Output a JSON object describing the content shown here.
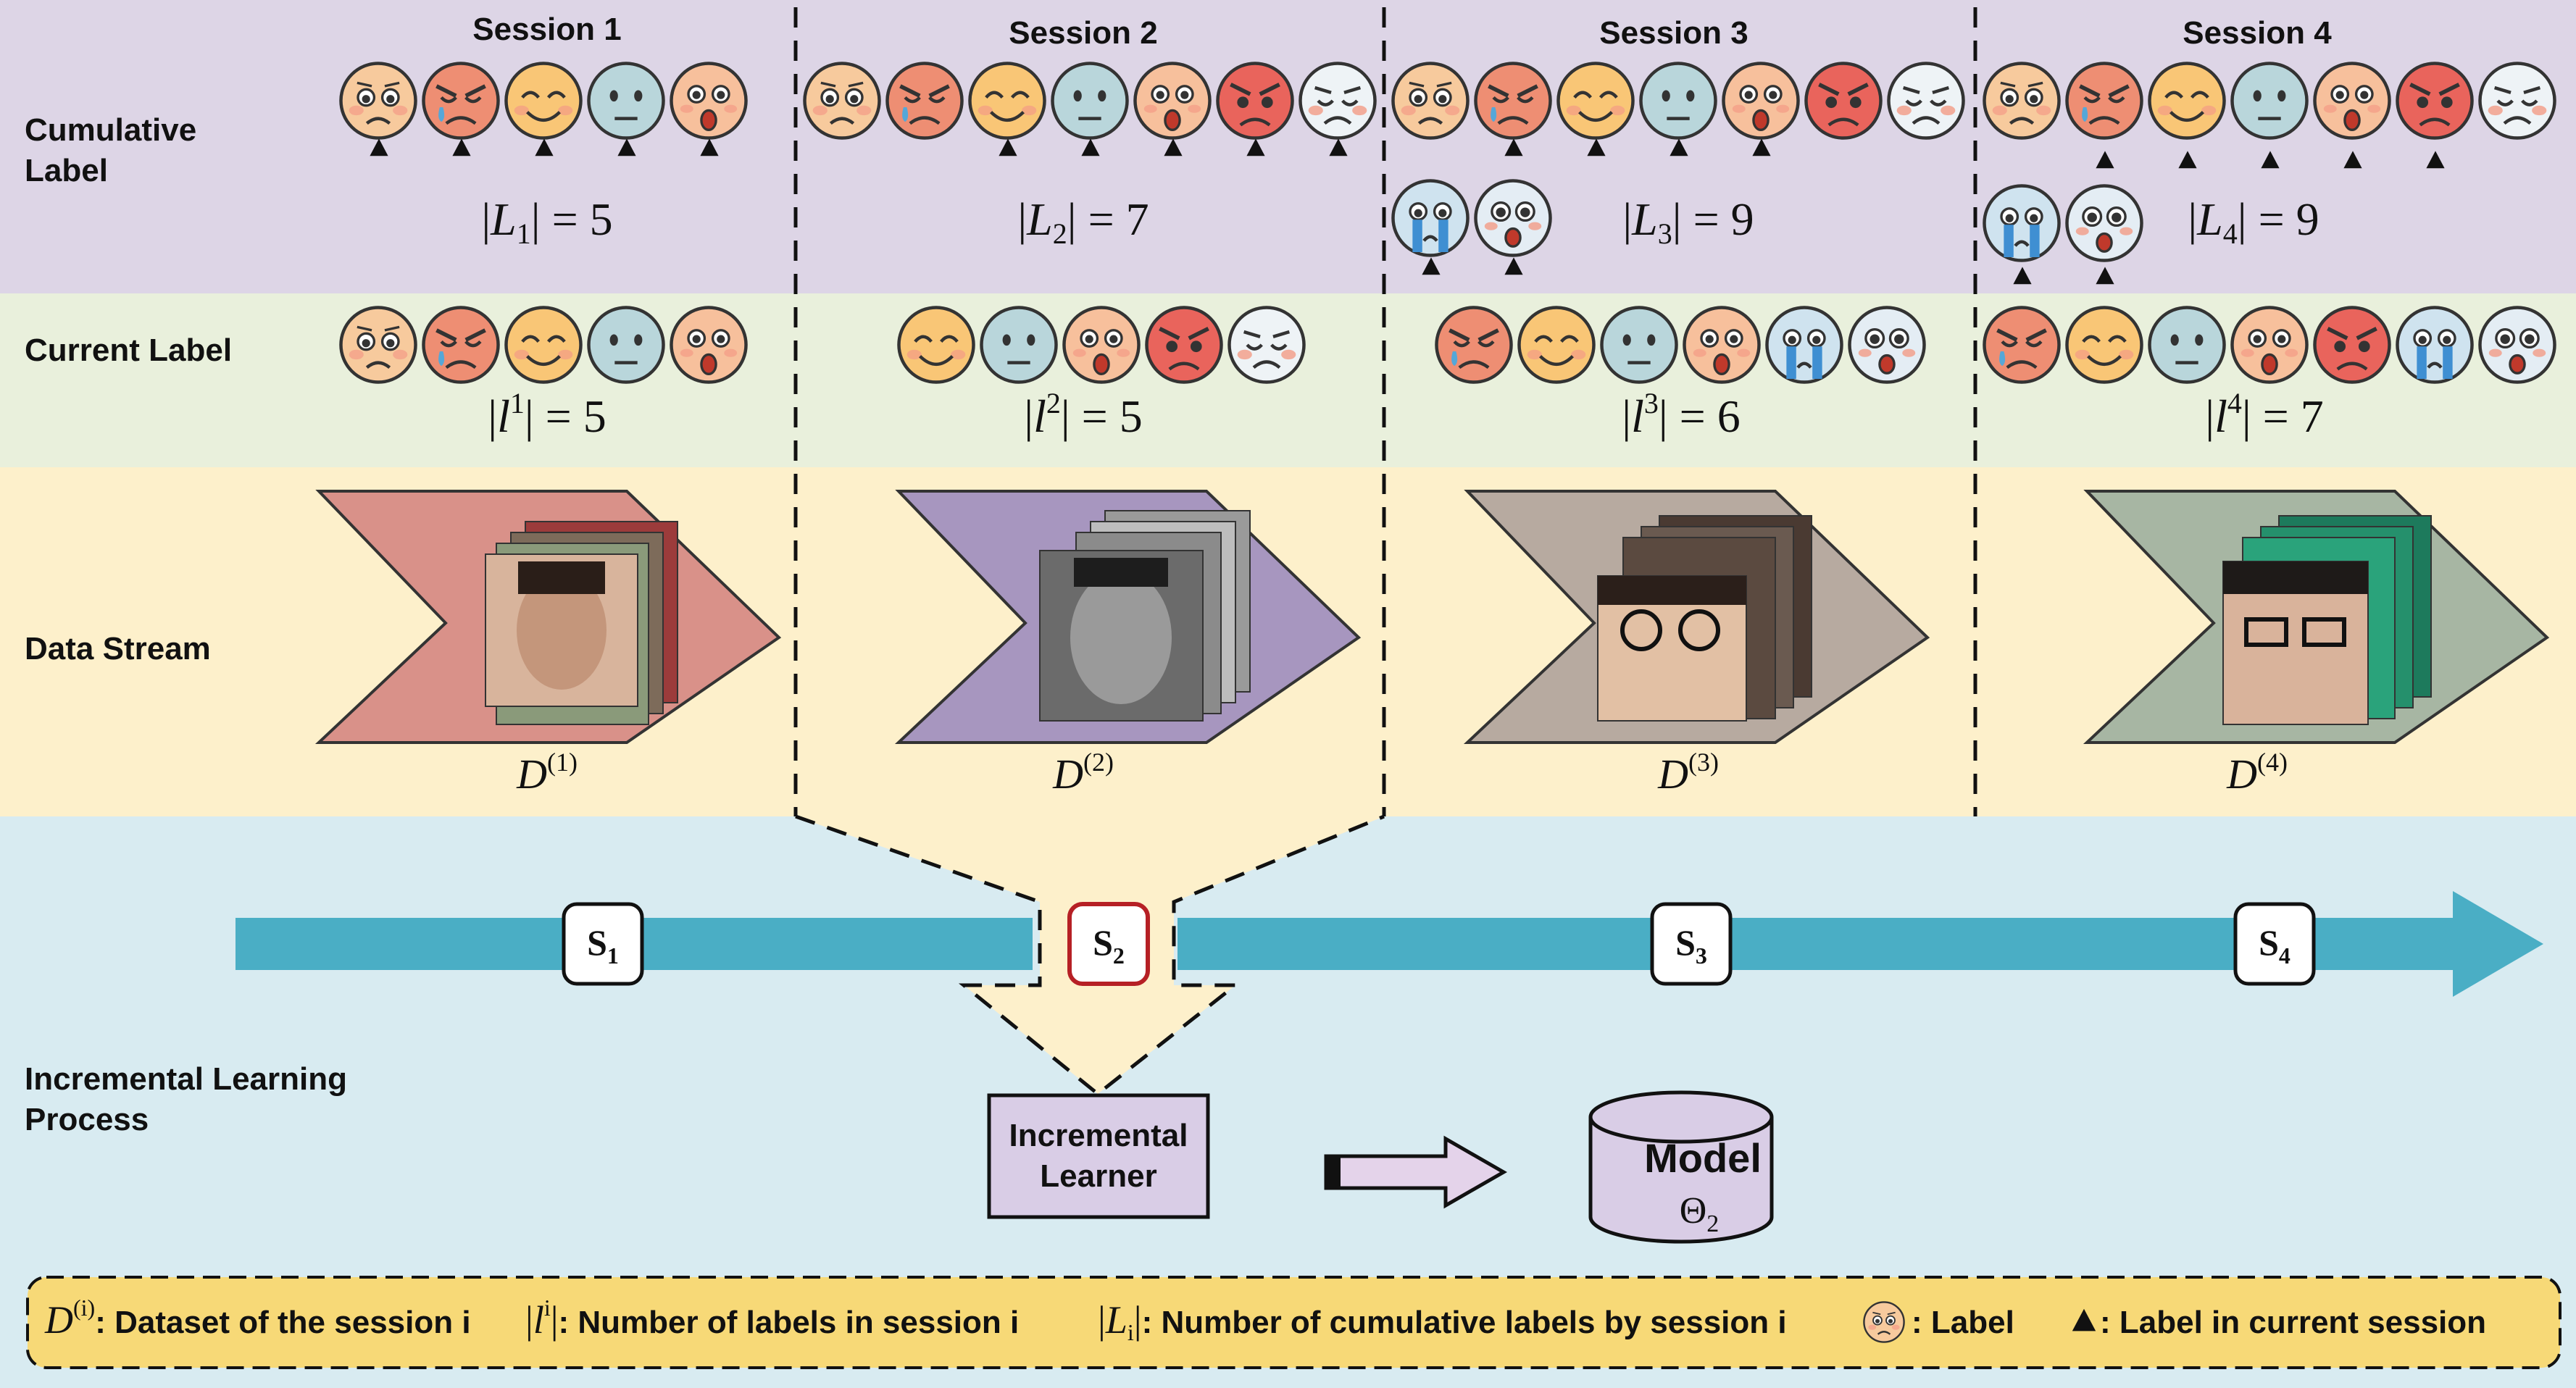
{
  "rows": {
    "cumulative": [
      "Cumulative",
      "Label"
    ],
    "current": "Current Label",
    "stream": "Data Stream",
    "process": [
      "Incremental Learning",
      "Process"
    ]
  },
  "sessions": [
    {
      "title": "Session 1",
      "cum_main": "L",
      "cum_sub": "1",
      "cum_count": "5",
      "cur_sup": "1",
      "cur_count": "5",
      "data_label": "D",
      "data_sup": "(1)",
      "step": "1",
      "arrow_color": "#d99189",
      "face": "#d8b49c"
    },
    {
      "title": "Session 2",
      "cum_main": "L",
      "cum_sub": "2",
      "cum_count": "7",
      "cur_sup": "2",
      "cur_count": "5",
      "data_label": "D",
      "data_sup": "(2)",
      "step": "2",
      "arrow_color": "#a796bf",
      "face": "#6b6b6b"
    },
    {
      "title": "Session 3",
      "cum_main": "L",
      "cum_sub": "3",
      "cum_count": "9",
      "cur_sup": "3",
      "cur_count": "6",
      "data_label": "D",
      "data_sup": "(3)",
      "step": "3",
      "arrow_color": "#b7aaa0",
      "face": "#e2c0a4"
    },
    {
      "title": "Session 4",
      "cum_main": "L",
      "cum_sub": "4",
      "cum_count": "9",
      "cur_sup": "4",
      "cur_count": "7",
      "data_label": "D",
      "data_sup": "(4)",
      "step": "4",
      "arrow_color": "#a7b6a3",
      "face": "#d9b39b"
    }
  ],
  "step_prefix": "S",
  "learner": [
    "Incremental",
    "Learner"
  ],
  "model": {
    "title": "Model",
    "param": "Θ",
    "param_sub": "2"
  },
  "legend": {
    "item1_sym": "D",
    "item1_sup": "(i)",
    "item1_text": ": Dataset of the session i",
    "item2_sym": "l",
    "item2_sup": "i",
    "item2_text": ": Number of labels in session i",
    "item3_sym": "L",
    "item3_sub": "i",
    "item3_text": ": Number of cumulative labels by session i",
    "item4_text": ": Label",
    "item5_text": ": Label in current session",
    "item5_icon": "triangle-marker-icon",
    "item4_icon": "emotion-face-icon"
  },
  "colors": {
    "cumulative_bg": "#ddd5e6",
    "current_bg": "#e9f0dc",
    "stream_bg": "#fdf0cb",
    "process_bg": "#d8ebf1",
    "timeline": "#4aaec5",
    "legend_bg": "#f7d977",
    "learner_bg": "#d9cde6",
    "highlight": "#b62025"
  },
  "emotions": {
    "sad": "#f7ca9d",
    "angry": "#ee8e73",
    "happy": "#f9c676",
    "neutral": "#b9d6db",
    "surprised": "#f7c09c",
    "furious": "#e9645c",
    "disgust": "#eef3f6",
    "crying": "#cfe3ef",
    "fear": "#e4edf4"
  }
}
